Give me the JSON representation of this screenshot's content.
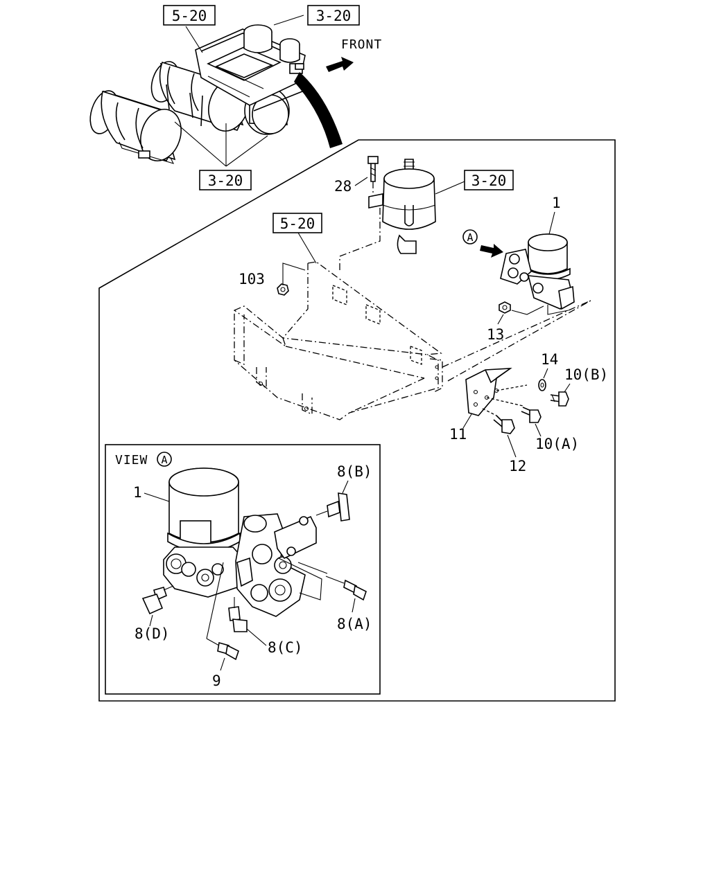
{
  "diagram": {
    "refs": {
      "top_left": "5-20",
      "top_right": "3-20",
      "tanks": "3-20",
      "dryer_tank": "3-20",
      "bracket_tray": "5-20"
    },
    "front_label": "FRONT",
    "view_marker": "A",
    "parts": {
      "p1_main": "1",
      "p28": "28",
      "p103": "103",
      "p13": "13",
      "p14": "14",
      "p10b": "10(B)",
      "p11": "11",
      "p12": "12",
      "p10a": "10(A)"
    },
    "inset": {
      "title": "VIEW",
      "marker": "A",
      "parts": {
        "p1": "1",
        "p8b": "8(B)",
        "p8a": "8(A)",
        "p8d": "8(D)",
        "p8c": "8(C)",
        "p9": "9"
      }
    }
  }
}
